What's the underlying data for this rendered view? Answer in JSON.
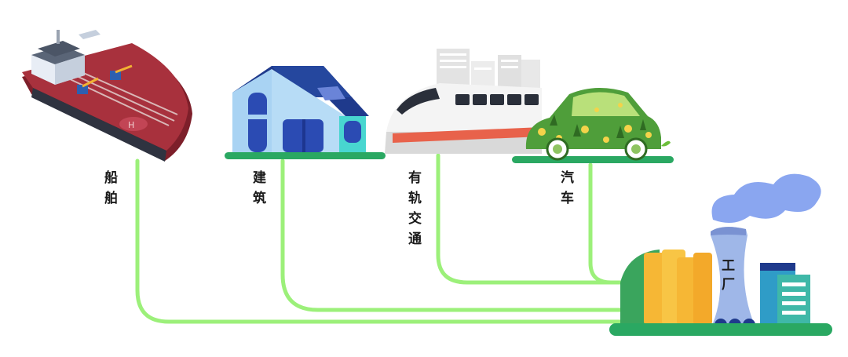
{
  "labels": {
    "ship": [
      "船",
      "舶"
    ],
    "building": [
      "建",
      "筑"
    ],
    "rail": [
      "有",
      "轨",
      "交",
      "通"
    ],
    "car": [
      "汽",
      "车"
    ],
    "factory": [
      "工",
      "厂"
    ]
  },
  "colors": {
    "connector": "#9cf07a",
    "ground": "#2aa862",
    "hull": "#a8313d",
    "building_blue": "#2b4bb3",
    "building_light": "#a9d3f3",
    "factory_yellow": "#f6b735",
    "factory_teal": "#3fb8a8",
    "smoke": "#8aa6f0"
  }
}
